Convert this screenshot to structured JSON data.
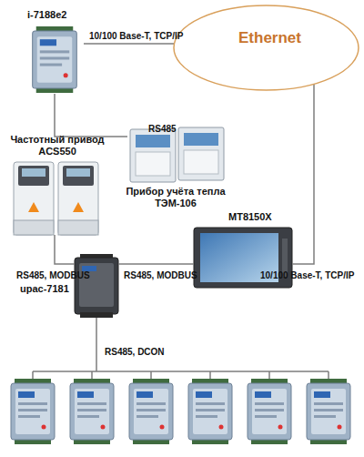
{
  "diagram": {
    "nodes": [
      {
        "text": [
          "i-7188e2"
        ]
      },
      {
        "text": [
          "Ethernet"
        ]
      },
      {
        "text": [
          "Прибор учёта тепла ТЭМ-106"
        ]
      },
      {
        "text": [
          "Частотный привод ACS550"
        ]
      },
      {
        "text": [
          "MT8150X"
        ]
      },
      {
        "text": [
          "upac-7181"
        ]
      }
    ],
    "edges": [
      {
        "from": 0,
        "to": 1,
        "arrow": "none",
        "label": "10/100 Base-T, TCP/IP"
      },
      {
        "from": 0,
        "to": 2,
        "arrow": "none",
        "label": "RS485"
      },
      {
        "from": 3,
        "to": 5,
        "arrow": "none",
        "label": "RS485, MODBUS"
      },
      {
        "from": 5,
        "to": 4,
        "arrow": "none",
        "label": "RS485, MODBUS"
      },
      {
        "from": 1,
        "to": 4,
        "arrow": "none",
        "label": "10/100 Base-T, TCP/IP"
      }
    ],
    "labels": [
      "RS485, DCON"
    ]
  }
}
